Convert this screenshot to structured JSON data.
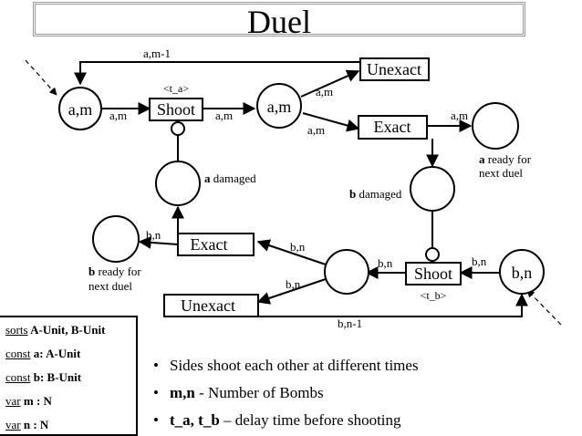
{
  "title": "Duel",
  "places": {
    "a_m_left": "a,m",
    "a_m_mid": "a,m",
    "b_n_right": "b,n"
  },
  "transitions": {
    "shoot_a": "Shoot",
    "shoot_a_delay": "<t_a>",
    "unexact_top": "Unexact",
    "exact_top": "Exact",
    "exact_bottom": "Exact",
    "shoot_b": "Shoot",
    "shoot_b_delay": "<t_b>",
    "unexact_bottom": "Unexact"
  },
  "arc_labels": {
    "top_feedback": "a,m-1",
    "left_to_shoot": "a,m",
    "shoot_to_mid": "a,m",
    "mid_to_unexact": "a,m",
    "mid_to_exact": "a,m",
    "exact_to_ready": "a,m",
    "exact_b_to_ready": "b,n",
    "b_place_to_exact": "b,n",
    "b_place_to_unexact": "b,n",
    "shoot_b_to_place": "b,n",
    "b_right_to_shoot": "b,n",
    "bottom_feedback": "b,n-1"
  },
  "place_labels": {
    "a_damaged_bold": "a",
    "a_damaged_rest": " damaged",
    "b_damaged_bold": "b",
    "b_damaged_rest": " damaged",
    "a_ready_bold": "a",
    "a_ready_rest": " ready for",
    "a_ready_line2": "next duel",
    "b_ready_bold": "b",
    "b_ready_rest": " ready for",
    "b_ready_line2": "next duel"
  },
  "sorts": [
    {
      "kw": "sorts",
      "val": " A-Unit, B-Unit"
    },
    {
      "kw": "const",
      "pre": " a",
      "val": ": A-Unit"
    },
    {
      "kw": "const",
      "pre": " b",
      "val": ": B-Unit"
    },
    {
      "kw": "var",
      "val": " m : N"
    },
    {
      "kw": "var",
      "val": " n : N"
    }
  ],
  "bullets": [
    {
      "bold": "",
      "text": "Sides shoot each other at different times"
    },
    {
      "bold": "m,n",
      "text": " - Number of Bombs"
    },
    {
      "bold": "t_a, t_b",
      "text": " – delay time before shooting"
    }
  ]
}
